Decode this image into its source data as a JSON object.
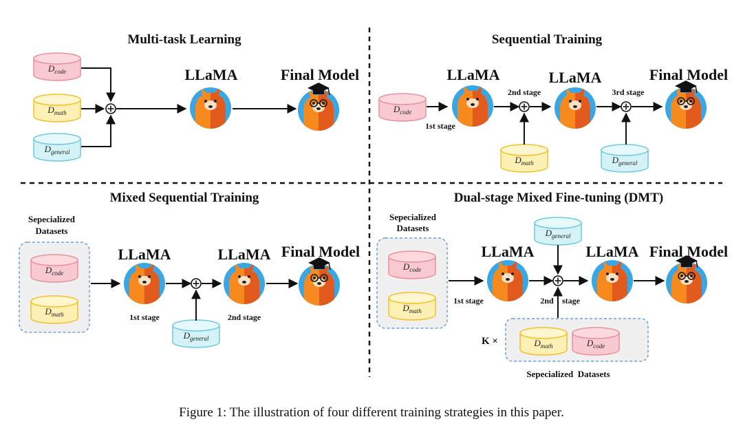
{
  "panels": {
    "multitask": {
      "title": "Multi-task Learning"
    },
    "sequential": {
      "title": "Sequential Training"
    },
    "mixed": {
      "title": "Mixed Sequential Training"
    },
    "dmt": {
      "title": "Dual-stage Mixed Fine-tuning (DMT)"
    }
  },
  "labels": {
    "llama": "LLaMA",
    "final_model": "Final Model",
    "stage_1st": "1st stage",
    "stage_2nd": "2nd stage",
    "stage_3rd": "3rd stage",
    "stage_2nd_split_a": "2nd",
    "stage_2nd_split_b": "stage",
    "specialized_line1": "Sepecialized",
    "specialized_line2": "Datasets",
    "specialized_bottom": "Sepecialized  Datasets",
    "k_times": "K ×",
    "d_main": "D",
    "sub_code": "code",
    "sub_math": "math",
    "sub_general": "general"
  },
  "colors": {
    "code_fill": "#f8c9cf",
    "code_stroke": "#e8909c",
    "math_fill": "#fdf0b4",
    "math_stroke": "#f1c027",
    "general_fill": "#d5f3f6",
    "general_stroke": "#6cc9dd",
    "group_fill": "#f0f0f0",
    "group_stroke": "#6a9fd8",
    "llama_bg": "#3aa6e4",
    "llama_orange": "#f68a1f",
    "llama_dark": "#e25b1c"
  },
  "icons": [
    "llama-icon",
    "graduate-llama-icon",
    "plus-circle-icon"
  ],
  "caption": "Figure 1: The illustration of four different training strategies in this paper."
}
